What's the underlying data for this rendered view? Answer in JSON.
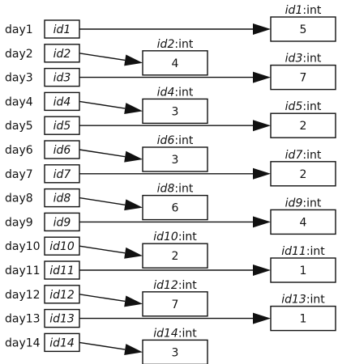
{
  "rows": [
    {
      "day": "day1",
      "ref": "id1",
      "obj": {
        "name": "id1",
        "type": ":int",
        "value": "5"
      }
    },
    {
      "day": "day2",
      "ref": "id2",
      "obj": {
        "name": "id2",
        "type": ":int",
        "value": "4"
      }
    },
    {
      "day": "day3",
      "ref": "id3",
      "obj": {
        "name": "id3",
        "type": ":int",
        "value": "7"
      }
    },
    {
      "day": "day4",
      "ref": "id4",
      "obj": {
        "name": "id4",
        "type": ":int",
        "value": "3"
      }
    },
    {
      "day": "day5",
      "ref": "id5",
      "obj": {
        "name": "id5",
        "type": ":int",
        "value": "2"
      }
    },
    {
      "day": "day6",
      "ref": "id6",
      "obj": {
        "name": "id6",
        "type": ":int",
        "value": "3"
      }
    },
    {
      "day": "day7",
      "ref": "id7",
      "obj": {
        "name": "id7",
        "type": ":int",
        "value": "2"
      }
    },
    {
      "day": "day8",
      "ref": "id8",
      "obj": {
        "name": "id8",
        "type": ":int",
        "value": "6"
      }
    },
    {
      "day": "day9",
      "ref": "id9",
      "obj": {
        "name": "id9",
        "type": ":int",
        "value": "4"
      }
    },
    {
      "day": "day10",
      "ref": "id10",
      "obj": {
        "name": "id10",
        "type": ":int",
        "value": "2"
      }
    },
    {
      "day": "day11",
      "ref": "id11",
      "obj": {
        "name": "id11",
        "type": ":int",
        "value": "1"
      }
    },
    {
      "day": "day12",
      "ref": "id12",
      "obj": {
        "name": "id12",
        "type": ":int",
        "value": "7"
      }
    },
    {
      "day": "day13",
      "ref": "id13",
      "obj": {
        "name": "id13",
        "type": ":int",
        "value": "1"
      }
    },
    {
      "day": "day14",
      "ref": "id14",
      "obj": {
        "name": "id14",
        "type": ":int",
        "value": "3"
      }
    }
  ]
}
